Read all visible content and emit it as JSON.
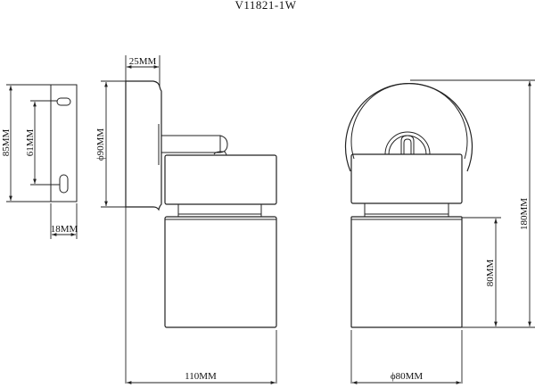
{
  "title": "V11821-1W",
  "wall_plate_view": {
    "height_label": "85MM",
    "hole_spacing_label": "61MM",
    "thickness_label": "18MM"
  },
  "side_view": {
    "depth_label": "25MM",
    "backplate_diameter_label": "ϕ90MM",
    "projection_label": "110MM"
  },
  "front_view": {
    "shade_height_label": "80MM",
    "total_height_label": "180MM",
    "shade_diameter_label": "ϕ80MM"
  },
  "colors": {
    "line": "#222222",
    "background": "#ffffff"
  }
}
